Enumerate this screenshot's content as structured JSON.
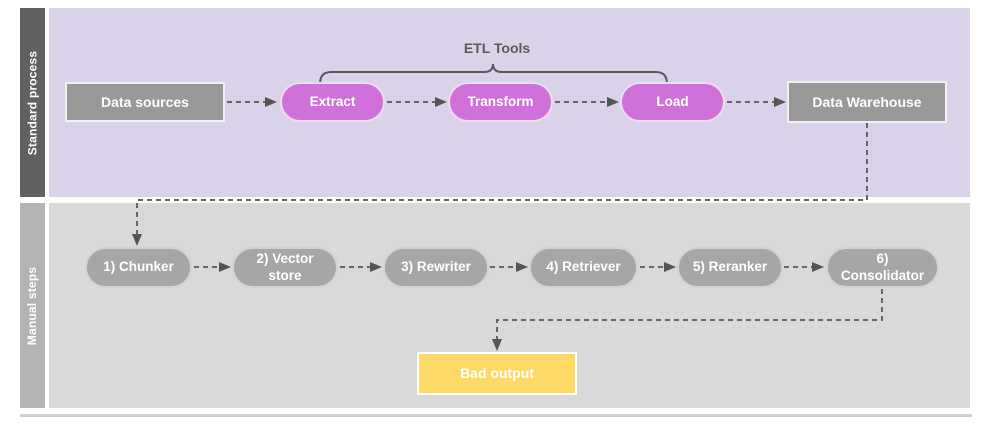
{
  "diagram": {
    "type": "flowchart-swimlane",
    "colors": {
      "standard_lane_bg": "#d9d2e9",
      "standard_lane_bar": "#616161",
      "manual_lane_bg": "#d9d9d9",
      "manual_lane_bar": "#b3b3b3",
      "gray_node": "#999999",
      "etl_pill": "#cf71d9",
      "manual_pill": "#a6a6a6",
      "bad_output_node": "#ffd966",
      "connector": "#666666",
      "node_text": "#ffffff",
      "annotation_text": "#5a5a5a"
    },
    "lanes": {
      "standard": {
        "label": "Standard process"
      },
      "manual": {
        "label": "Manual steps"
      }
    },
    "annotation": {
      "label": "ETL Tools",
      "spans": [
        "Extract",
        "Transform",
        "Load"
      ]
    },
    "nodes": {
      "data_sources": {
        "label": "Data sources",
        "shape": "rectangle",
        "lane": "standard"
      },
      "extract": {
        "label": "Extract",
        "shape": "pill",
        "lane": "standard"
      },
      "transform": {
        "label": "Transform",
        "shape": "pill",
        "lane": "standard"
      },
      "load": {
        "label": "Load",
        "shape": "pill",
        "lane": "standard"
      },
      "data_warehouse": {
        "label": "Data Warehouse",
        "shape": "rectangle",
        "lane": "standard"
      },
      "chunker": {
        "label": "1) Chunker",
        "shape": "pill",
        "lane": "manual"
      },
      "vector_store": {
        "label": "2) Vector store",
        "shape": "pill",
        "lane": "manual"
      },
      "rewriter": {
        "label": "3) Rewriter",
        "shape": "pill",
        "lane": "manual"
      },
      "retriever": {
        "label": "4) Retriever",
        "shape": "pill",
        "lane": "manual"
      },
      "reranker": {
        "label": "5) Reranker",
        "shape": "pill",
        "lane": "manual"
      },
      "consolidator": {
        "label": "6) Consolidator",
        "shape": "pill",
        "lane": "manual"
      },
      "bad_output": {
        "label": "Bad output",
        "shape": "rectangle",
        "lane": "manual"
      }
    },
    "connections": [
      {
        "from": "Data sources",
        "to": "Extract",
        "style": "dashed-arrow"
      },
      {
        "from": "Extract",
        "to": "Transform",
        "style": "dashed-arrow"
      },
      {
        "from": "Transform",
        "to": "Load",
        "style": "dashed-arrow"
      },
      {
        "from": "Load",
        "to": "Data Warehouse",
        "style": "dashed-arrow"
      },
      {
        "from": "Data Warehouse",
        "to": "1) Chunker",
        "style": "dashed-arrow-elbow"
      },
      {
        "from": "1) Chunker",
        "to": "2) Vector store",
        "style": "dashed-arrow"
      },
      {
        "from": "2) Vector store",
        "to": "3) Rewriter",
        "style": "dashed-arrow"
      },
      {
        "from": "3) Rewriter",
        "to": "4) Retriever",
        "style": "dashed-arrow"
      },
      {
        "from": "4) Retriever",
        "to": "5) Reranker",
        "style": "dashed-arrow"
      },
      {
        "from": "5) Reranker",
        "to": "6) Consolidator",
        "style": "dashed-arrow"
      },
      {
        "from": "6) Consolidator",
        "to": "Bad output",
        "style": "dashed-arrow-elbow"
      }
    ]
  }
}
